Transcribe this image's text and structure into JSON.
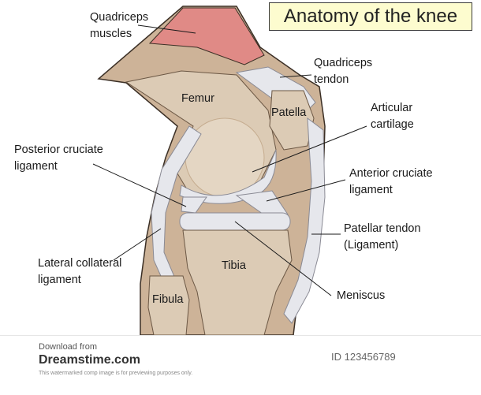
{
  "title": "Anatomy of the knee",
  "labels": {
    "quadriceps_muscles": "Quadriceps\nmuscles",
    "quadriceps_tendon": "Quadriceps\ntendon",
    "femur": "Femur",
    "patella": "Patella",
    "articular_cartilage": "Articular\ncartilage",
    "posterior_cruciate": "Posterior cruciate\nligament",
    "anterior_cruciate": "Anterior cruciate\nligament",
    "patellar_tendon": "Patellar tendon\n(Ligament)",
    "lateral_collateral": "Lateral collateral\nligament",
    "tibia": "Tibia",
    "meniscus": "Meniscus",
    "fibula": "Fibula"
  },
  "footer": {
    "download_from": "Download from",
    "site": "Dreamstime.com",
    "note": "This watermarked comp image is for previewing purposes only.",
    "image_id": "ID 123456789"
  },
  "colors": {
    "bone": "#dccbb5",
    "bone_dark": "#c5ac8f",
    "skin": "#cdb398",
    "ligament": "#e6e7ec",
    "muscle": "#e08a86",
    "title_bg": "#fdfccf"
  }
}
